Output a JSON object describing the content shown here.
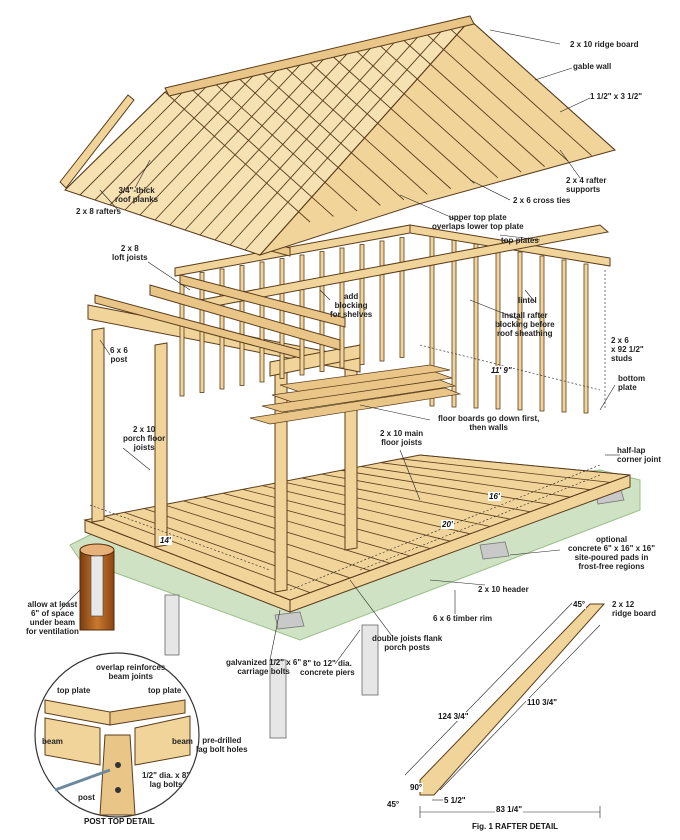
{
  "labels": {
    "ridge_board": "2 x 10 ridge board",
    "gable_wall": "gable wall",
    "blocking_size": "1 1/2\" x 3 1/2\"",
    "rafter_supports": "2 x 4 rafter\nsupports",
    "cross_ties": "2 x 6 cross ties",
    "roof_planks": "3/4\"-thick\nroof planks",
    "rafters": "2 x 8 rafters",
    "top_plate_overlap": "upper top plate\noverlaps lower top plate",
    "top_plates": "top plates",
    "loft_joists": "2 x 8\nloft joists",
    "add_blocking": "add\nblocking\nfor shelves",
    "lintel": "lintel",
    "install_blocking": "install rafter\nblocking before\nroof sheathing",
    "studs": "2 x 6\nx 92 1/2\"\nstuds",
    "post_6x6": "6 x 6\npost",
    "bottom_plate": "bottom\nplate",
    "floor_boards": "floor boards go down first,\nthen walls",
    "porch_floor_joists": "2 x 10\nporch floor\njoists",
    "main_floor_joists": "2 x 10 main\nfloor joists",
    "corner_joint": "half-lap\ncorner joint",
    "concrete_pads": "optional\nconcrete 6\" x 16\" x 16\"\nsite-poured pads in\nfrost-free regions",
    "header": "2 x 10 header",
    "timber_rim": "6 x 6 timber rim",
    "ventilation": "allow at least\n6\" of space\nunder beam\nfor ventilation",
    "double_joists": "double joists flank\nporch posts",
    "carriage_bolts": "galvanized 1/2\" x 6\"\ncarriage bolts",
    "concrete_piers": "8\" to 12\" dia.\nconcrete piers",
    "overlap_reinforces": "overlap reinforces\nbeam joints",
    "top_plate_left": "top plate",
    "top_plate_right": "top plate",
    "beam_left": "beam",
    "beam_right": "beam",
    "predrilled": "pre-drilled\nlag bolt holes",
    "lag_bolts": "1/2\" dia. x 8\"\nlag bolts",
    "post": "post",
    "ridge_board_detail": "2 x 12\nridge board"
  },
  "dims": {
    "interior_width": "11' 9\"",
    "porch_width": "14'",
    "side_16": "16'",
    "side_20": "20'",
    "angle_top": "45°",
    "angle_bottom": "45°",
    "angle_90": "90°",
    "rafter_long": "124 3/4\"",
    "rafter_short": "110 3/4\"",
    "seat_cut": "5 1/2\"",
    "run": "83 1/4\""
  },
  "captions": {
    "post_detail": "POST TOP DETAIL",
    "rafter_detail": "Fig. 1 RAFTER DETAIL"
  },
  "colors": {
    "wood": "#f1d49a",
    "wood_dark": "#d9b070",
    "outline": "#5a3d1c",
    "ground": "#cfe3c4",
    "concrete": "#c9c9c9",
    "pier": "#b8651f"
  }
}
